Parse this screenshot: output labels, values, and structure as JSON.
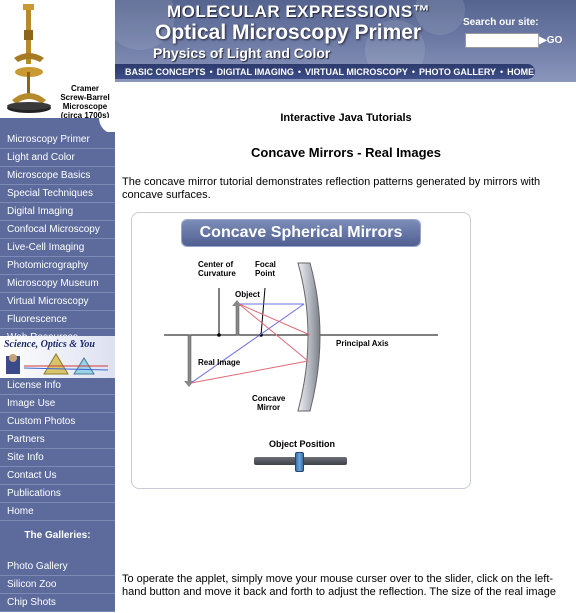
{
  "header": {
    "site_title": "MOLECULAR EXPRESSIONS™",
    "primer_title": "Optical Microscopy Primer",
    "primer_subtitle": "Physics of Light and Color",
    "search_label": "Search our site:",
    "search_value": "",
    "search_go": "GO",
    "nav": [
      "BASIC CONCEPTS",
      "DIGITAL IMAGING",
      "VIRTUAL MICROSCOPY",
      "PHOTO GALLERY",
      "HOME"
    ],
    "scope_caption": [
      "Cramer",
      "Screw-Barrel",
      "Microscope",
      "(circa 1700s)"
    ]
  },
  "sidebar": {
    "primary": [
      "Microscopy Primer",
      "Light and Color",
      "Microscope Basics",
      "Special Techniques",
      "Digital Imaging",
      "Confocal Microscopy",
      "Live-Cell Imaging",
      "Photomicrography",
      "Microscopy Museum",
      "Virtual Microscopy",
      "Fluorescence",
      "Web Resources"
    ],
    "banner_text": "Science, Optics & You",
    "secondary": [
      "License Info",
      "Image Use",
      "Custom Photos",
      "Partners",
      "Site Info",
      "Contact Us",
      "Publications",
      "Home"
    ],
    "galleries_heading": "The Galleries:",
    "galleries": [
      "Photo Gallery",
      "Silicon Zoo",
      "Chip Shots"
    ]
  },
  "content": {
    "heading": "Interactive Java Tutorials",
    "title": "Concave Mirrors - Real Images",
    "description": "The concave mirror tutorial demonstrates reflection patterns generated by mirrors with concave surfaces.",
    "bottom_text": "To operate the applet, simply move your mouse curser over to the slider, click on the left-hand button and move it back and forth to adjust the reflection. The size of the real image"
  },
  "applet": {
    "title": "Concave Spherical Mirrors",
    "labels": {
      "center": [
        "Center of",
        "Curvature"
      ],
      "focal": [
        "Focal",
        "Point"
      ],
      "object": "Object",
      "real_image": "Real Image",
      "principal_axis": "Principal Axis",
      "mirror": [
        "Concave",
        "Mirror"
      ]
    },
    "slider_label": "Object Position",
    "slider_value": 0.49,
    "colors": {
      "ray_blue": "#6a6fe0",
      "ray_red": "#e06a78",
      "object_fill": "#888888"
    }
  }
}
